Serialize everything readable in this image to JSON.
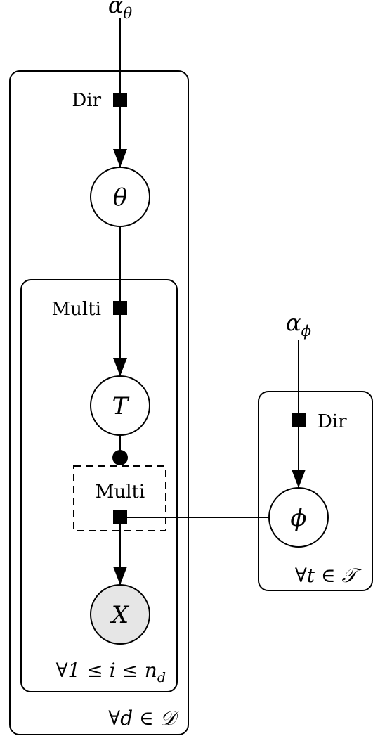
{
  "hyperparameters": {
    "alpha_theta": {
      "symbol": "α",
      "subscript": "θ"
    },
    "alpha_phi": {
      "symbol": "α",
      "subscript": "ϕ"
    }
  },
  "factors": {
    "dir_theta": "Dir",
    "multi_topic": "Multi",
    "multi_word": "Multi",
    "dir_phi": "Dir"
  },
  "nodes": {
    "theta": {
      "label": "θ",
      "observed": false
    },
    "topic": {
      "label": "T",
      "observed": false
    },
    "word": {
      "label": "X",
      "observed": true
    },
    "phi": {
      "label": "ϕ",
      "observed": false
    }
  },
  "plates": {
    "documents": "∀d ∈ 𝒟",
    "words": "∀1 ≤ i ≤ n",
    "words_subscript": "d",
    "topics": "∀t ∈ 𝒯"
  },
  "colors": {
    "stroke": "#000000",
    "observed_fill": "#e6e6e6",
    "background": "#ffffff"
  }
}
